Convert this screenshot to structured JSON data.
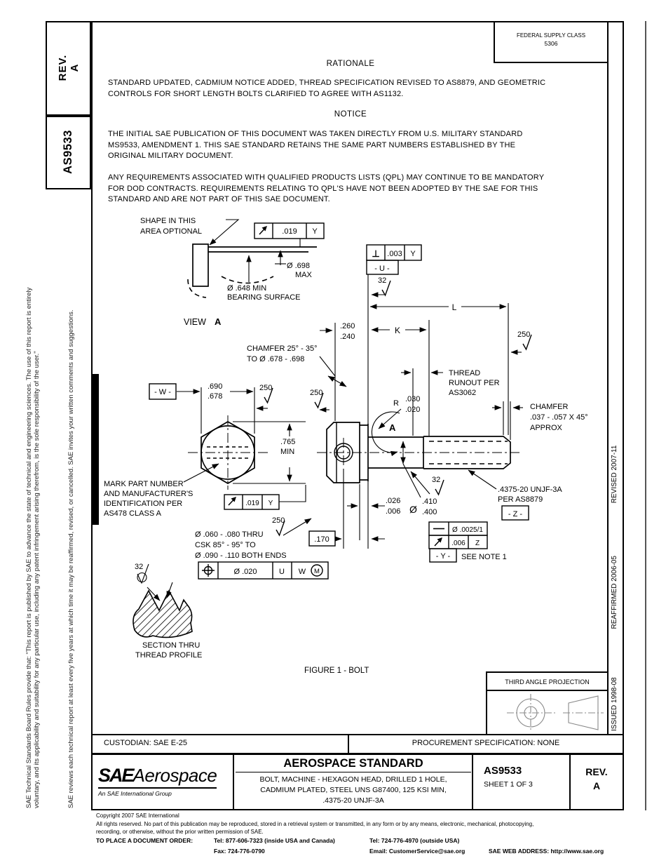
{
  "header": {
    "rev_line1": "REV.",
    "rev_line2": "A",
    "doc_number": "AS9533",
    "fsc_title": "FEDERAL SUPPLY CLASS",
    "fsc_value": "5306"
  },
  "body": {
    "rationale_title": "RATIONALE",
    "rationale_text": "STANDARD UPDATED, CADMIUM NOTICE ADDED, THREAD SPECIFICATION REVISED TO AS8879, AND GEOMETRIC\nCONTROLS FOR SHORT LENGTH BOLTS CLARIFIED TO AGREE WITH AS1132.",
    "notice_title": "NOTICE",
    "notice_text1": "THE INITIAL SAE PUBLICATION OF THIS DOCUMENT WAS TAKEN DIRECTLY FROM U.S. MILITARY STANDARD\nMS9533, AMENDMENT 1. THIS SAE STANDARD RETAINS THE SAME PART NUMBERS ESTABLISHED BY THE\nORIGINAL MILITARY DOCUMENT.",
    "notice_text2": "ANY REQUIREMENTS ASSOCIATED WITH QUALIFIED PRODUCTS LISTS (QPL) MAY CONTINUE TO BE MANDATORY\nFOR DOD CONTRACTS. REQUIREMENTS RELATING TO QPL'S HAVE NOT BEEN ADOPTED BY THE SAE FOR THIS\nSTANDARD AND ARE NOT PART OF THIS SAE DOCUMENT."
  },
  "drawing": {
    "shape_note_1": "SHAPE IN THIS",
    "shape_note_2": "AREA OPTIONAL",
    "fcf_runout_val": ".019",
    "fcf_runout_datum": "Y",
    "dia698_1": "Ø .698",
    "dia698_2": "MAX",
    "dia648_1": "Ø .648 MIN",
    "dia648_2": "BEARING SURFACE",
    "view_label": "VIEW",
    "view_letter": "A",
    "perp_sym": "⊥",
    "perp_val": ".003",
    "perp_datum": "Y",
    "datum_u": "- U -",
    "fin32": "32",
    "fin250": "250",
    "dim_L": "L",
    "dim_K": "K",
    "dim260_1": ".260",
    "dim260_2": ".240",
    "chamfer1_1": "CHAMFER 25° - 35°",
    "chamfer1_2": "TO Ø .678 - .698",
    "runout_note_1": "THREAD",
    "runout_note_2": "RUNOUT PER",
    "runout_note_3": "AS3062",
    "chamfer2_1": "CHAMFER",
    "chamfer2_2": ".037 - .057 X 45°",
    "chamfer2_3": "APPROX",
    "datum_w": "- W -",
    "dim690_1": ".690",
    "dim690_2": ".678",
    "dim765_1": ".765",
    "dim765_2": "MIN",
    "mark_1": "MARK PART NUMBER",
    "mark_2": "AND MANUFACTURER'S",
    "mark_3": "IDENTIFICATION PER",
    "mark_4": "AS478  CLASS A",
    "fillet_r": "R",
    "fillet_1": ".030",
    "fillet_2": ".020",
    "dim026_1": ".026",
    "dim026_2": ".006",
    "dia_sym": "Ø",
    "dim410_1": ".410",
    "dim410_2": ".400",
    "dim170": ".170",
    "hole_1": "Ø .060 - .080 THRU",
    "hole_2": "CSK 85° - 95° TO",
    "hole_3": "Ø .090 - .110 BOTH ENDS",
    "pos_val": "Ø .020",
    "pos_d1": "U",
    "pos_d2": "W",
    "pos_mod": "M",
    "str1": "Ø .0025/1",
    "str2_val": ".006",
    "str2_datum": "Z",
    "datum_y": "- Y -",
    "see_note": "SEE NOTE 1",
    "spec_1": ".4375-20 UNJF-3A",
    "spec_2": "PER  AS8879",
    "datum_z": "- Z -",
    "section_1": "SECTION THRU",
    "section_2": "THREAD PROFILE",
    "caption": "FIGURE 1 - BOLT"
  },
  "projection": {
    "title": "THIRD ANGLE PROJECTION"
  },
  "rows": {
    "custodian": "CUSTODIAN: SAE E-25",
    "procurement": "PROCUREMENT SPECIFICATION: NONE"
  },
  "titleblock": {
    "logo_sae": "SAE",
    "logo_aero": "Aerospace",
    "logo_sub": "An SAE International Group",
    "standard": "AEROSPACE STANDARD",
    "title": "BOLT, MACHINE - HEXAGON HEAD, DRILLED 1 HOLE,\nCADMIUM PLATED, STEEL UNS G87400, 125 KSI MIN,\n.4375-20 UNJF-3A",
    "number": "AS9533",
    "sheet": "SHEET 1 OF 3",
    "rev_line1": "REV.",
    "rev_line2": "A"
  },
  "footer": {
    "copyright": "Copyright 2007 SAE International\nAll rights reserved. No part of this publication may be reproduced, stored in a retrieval system or transmitted, in any form or by any means, electronic, mechanical, photocopying,\nrecording, or otherwise, without the prior written permission of SAE.",
    "order_label": "TO PLACE A DOCUMENT ORDER:",
    "tel1": "Tel: 877-606-7323 (inside USA and Canada)",
    "tel2": "Tel: 724-776-4970 (outside USA)",
    "fax": "Fax: 724-776-0790",
    "email": "Email: CustomerService@sae.org",
    "web": "SAE WEB ADDRESS: http://www.sae.org"
  },
  "sidebar_left": {
    "line1": "SAE Technical Standards Board Rules provide that: \"This report is published by SAE to advance the state of technical and engineering sciences. The use of this report is entirely",
    "line2": "voluntary, and its applicability and suitability for any particular use, including any patent infringement arising therefrom, is the sole responsibility of the user.\"",
    "line3": "SAE reviews each technical report at least every five years at which time it may be reaffirmed, revised, or cancelled. SAE invites your written comments and suggestions."
  },
  "sidebar_right": {
    "issued": "ISSUED 1998-08",
    "reaffirmed": "REAFFIRMED 2006-05",
    "revised": "REVISED 2007-11"
  }
}
